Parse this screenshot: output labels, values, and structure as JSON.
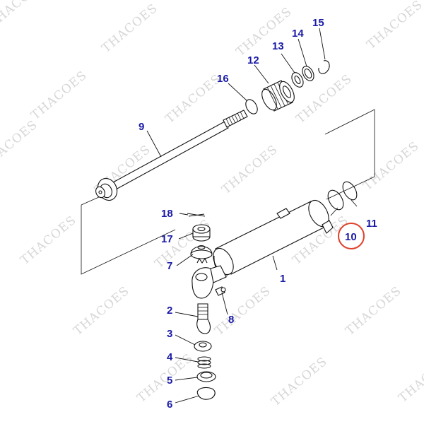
{
  "watermark": "THACOES",
  "labels": {
    "p1": "1",
    "p2": "2",
    "p3": "3",
    "p4": "4",
    "p5": "5",
    "p6": "6",
    "p7": "7",
    "p8": "8",
    "p9": "9",
    "p10": "10",
    "p11": "11",
    "p12": "12",
    "p13": "13",
    "p14": "14",
    "p15": "15",
    "p16": "16",
    "p17": "17",
    "p18": "18"
  },
  "highlighted_part": "10",
  "colors": {
    "label": "#1a1aa6",
    "highlight": "#e0402a",
    "watermark": "#d7d7d7"
  }
}
